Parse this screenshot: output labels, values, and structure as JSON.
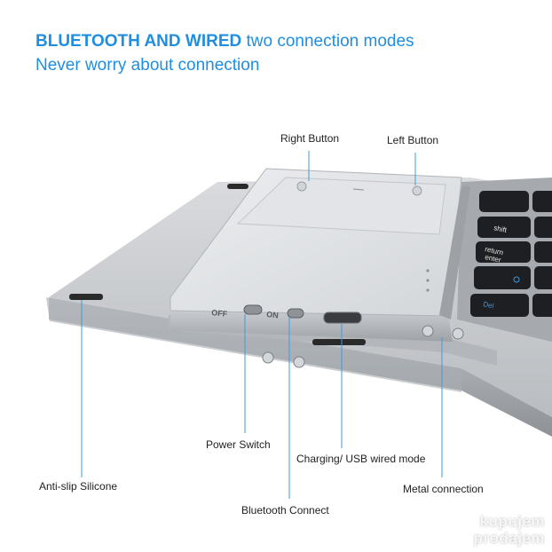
{
  "headline": {
    "bold": "BLUETOOTH AND WIRED",
    "normal": "two connection modes",
    "sub": "Never worry about connection"
  },
  "callouts": {
    "right_button": "Right Button",
    "left_button": "Left Button",
    "power_switch": "Power Switch",
    "charging": "Charging/ USB wired mode",
    "anti_slip": "Anti-slip Silicone",
    "metal_connection": "Metal connection",
    "bluetooth_connect": "Bluetooth Connect"
  },
  "keys": {
    "shift": "shift",
    "return": "return",
    "enter": "enter",
    "del": "Del"
  },
  "switch_marks": {
    "off": "OFF",
    "on": "ON"
  },
  "watermark": {
    "line1": "kupujem",
    "line2": "prodajem"
  },
  "colors": {
    "accent": "#1f8ee0",
    "callout_line": "#3d9be0"
  }
}
